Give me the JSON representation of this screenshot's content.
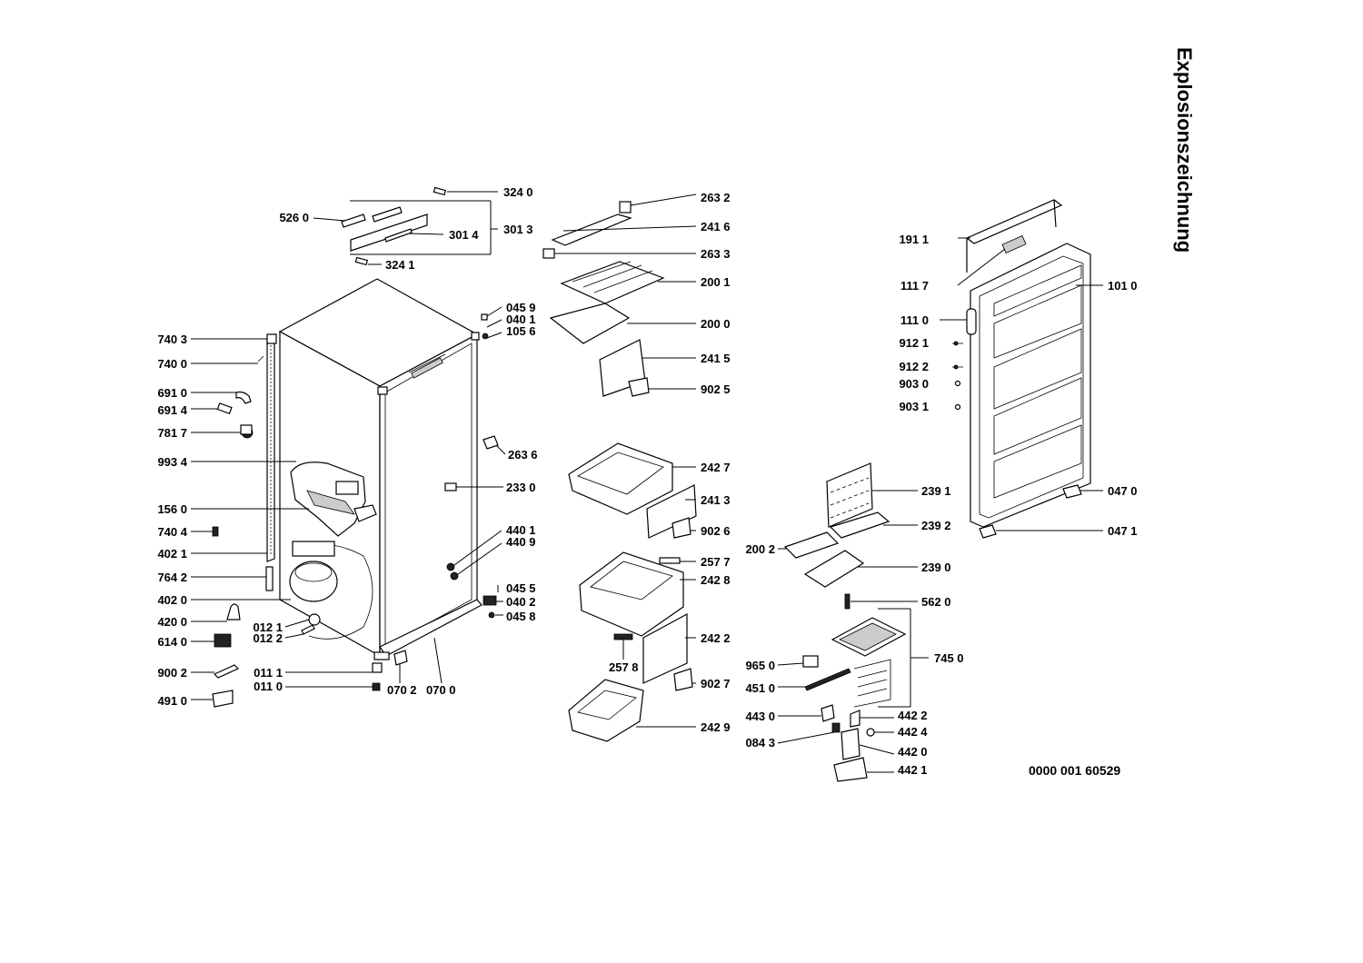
{
  "title": "Explosionszeichnung",
  "document_number": "0000 001 60529",
  "parts": {
    "p3240": "324 0",
    "p5260": "526 0",
    "p3014": "301 4",
    "p3013": "301 3",
    "p3241": "324 1",
    "p7403": "740 3",
    "p7400": "740 0",
    "p6910": "691 0",
    "p6914": "691 4",
    "p7817": "781 7",
    "p9934": "993 4",
    "p1560": "156 0",
    "p7404": "740 4",
    "p4021": "402 1",
    "p7642": "764 2",
    "p4020": "402 0",
    "p4200": "420 0",
    "p6140": "614 0",
    "p9002": "900 2",
    "p4910": "491 0",
    "p0121": "012 1",
    "p0122": "012 2",
    "p0111": "011 1",
    "p0110": "011 0",
    "p0702": "070 2",
    "p0700": "070 0",
    "p0459": "045 9",
    "p0401": "040 1",
    "p1056": "105 6",
    "p2636": "263 6",
    "p2330": "233 0",
    "p4401": "440 1",
    "p4409": "440 9",
    "p0455": "045 5",
    "p0402": "040 2",
    "p0458": "045 8",
    "p2632": "263 2",
    "p2416": "241 6",
    "p2633": "263 3",
    "p2001": "200 1",
    "p2000": "200 0",
    "p2415": "241 5",
    "p9025": "902 5",
    "p2427": "242 7",
    "p2413": "241 3",
    "p9026": "902 6",
    "p2577": "257 7",
    "p2428": "242 8",
    "p2422": "242 2",
    "p2578": "257 8",
    "p9027": "902 7",
    "p2429": "242 9",
    "p2391": "239 1",
    "p2392": "239 2",
    "p2002": "200 2",
    "p2390": "239 0",
    "p5620": "562 0",
    "p7450": "745 0",
    "p9650": "965 0",
    "p4510": "451 0",
    "p4430": "443 0",
    "p4422": "442 2",
    "p4424": "442 4",
    "p0843": "084 3",
    "p4420": "442 0",
    "p4421": "442 1",
    "p1911": "191 1",
    "p1117": "111 7",
    "p1010": "101 0",
    "p1110": "111 0",
    "p9121": "912 1",
    "p9122": "912 2",
    "p9030": "903 0",
    "p9031": "903 1",
    "p0470": "047 0",
    "p0471": "047 1"
  }
}
